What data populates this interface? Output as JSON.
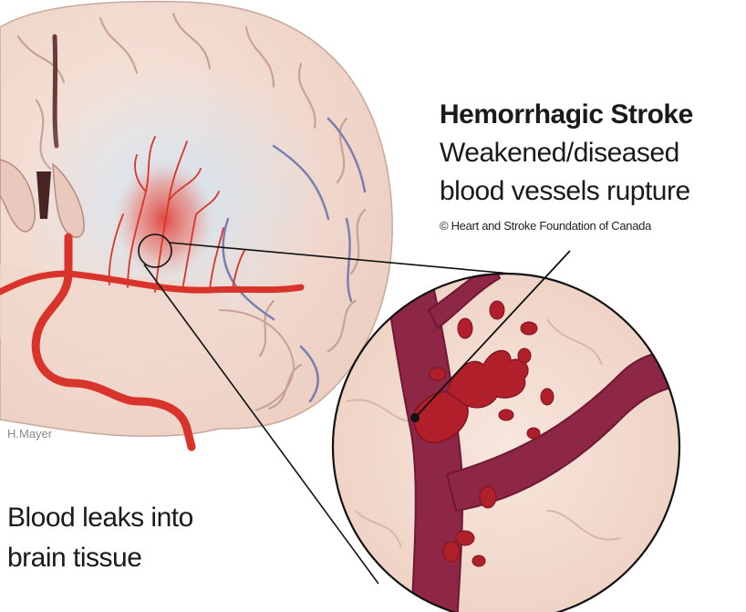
{
  "diagram": {
    "title": "Hemorrhagic Stroke",
    "subtitle_line1": "Weakened/diseased",
    "subtitle_line2": "blood vessels rupture",
    "credit": "© Heart and Stroke Foundation of Canada",
    "artist_signature": "H.Mayer",
    "caption_line1": "Blood leaks into",
    "caption_line2": "brain tissue"
  },
  "colors": {
    "brain_tissue": "#f3ddd4",
    "artery": "#d9342b",
    "vein": "#7a7fb0",
    "vessel_magnified": "#8e2645",
    "blood_spot": "#b01f2a",
    "bleed_glow": "#e0413a",
    "text": "#1a1a1a"
  }
}
